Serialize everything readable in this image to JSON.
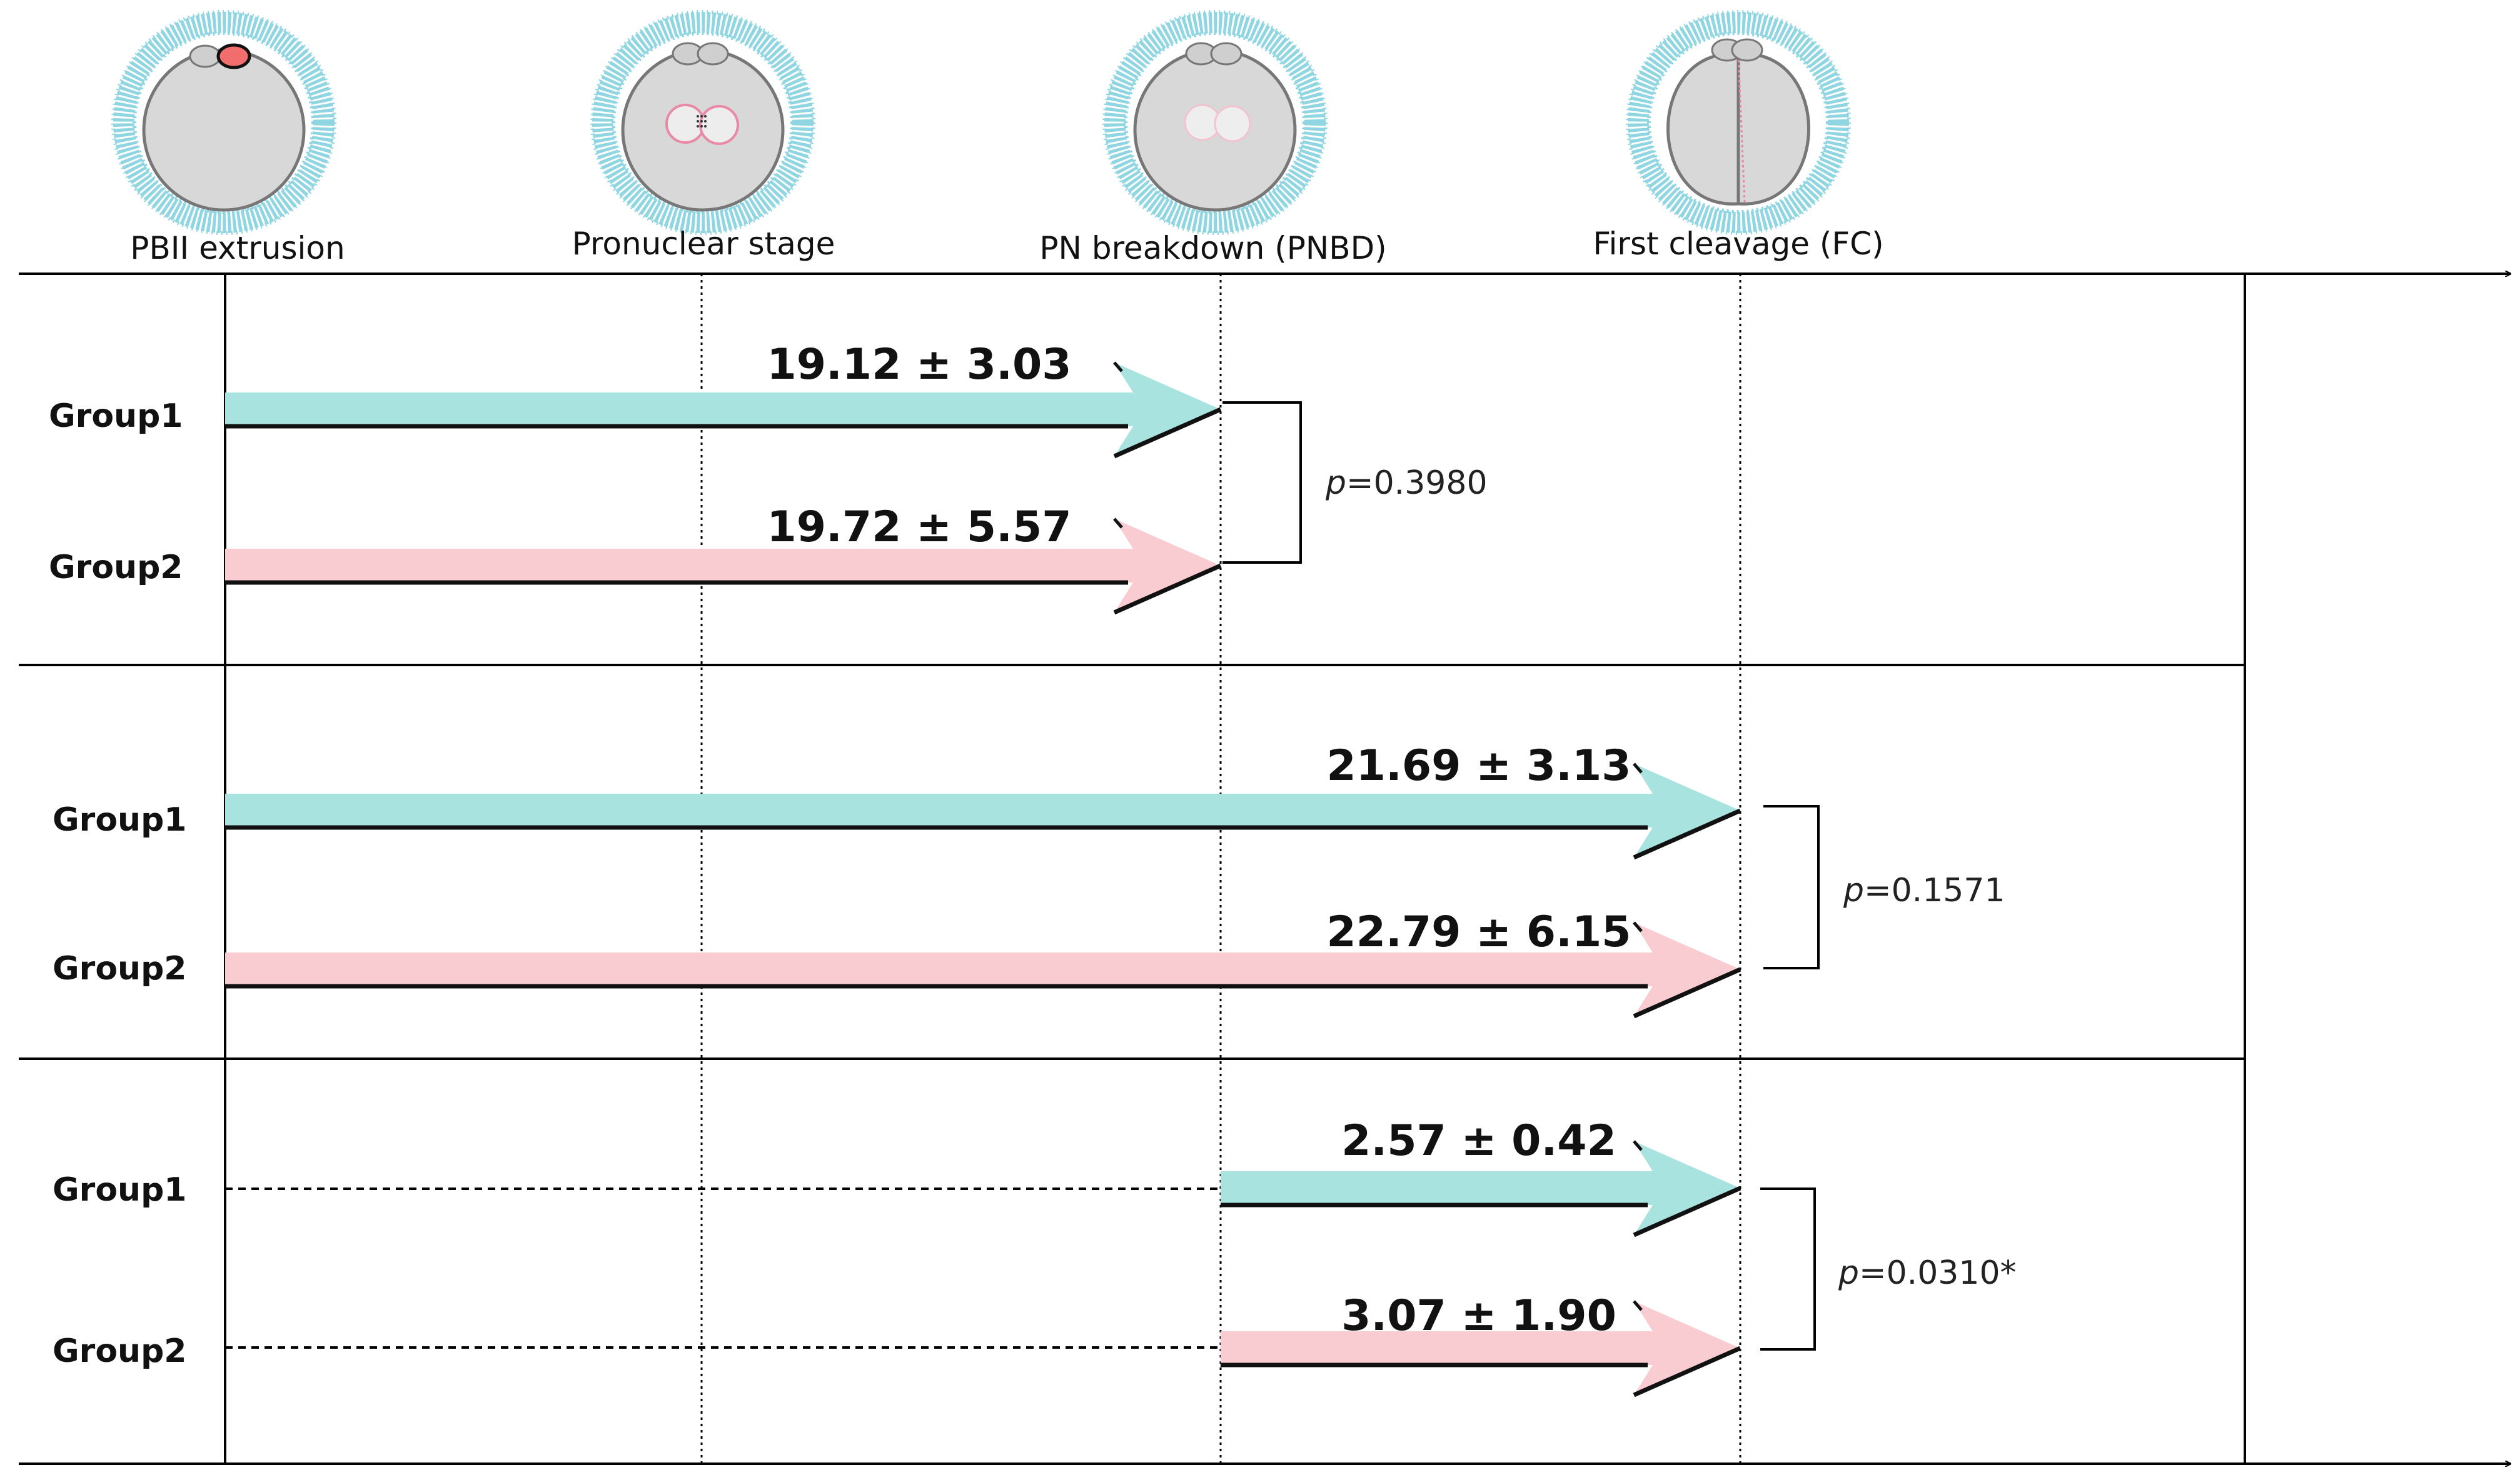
{
  "stages": [
    {
      "label": "PBII extrusion",
      "icon": "zygote-pbii-icon"
    },
    {
      "label": "Pronuclear stage",
      "icon": "zygote-pronuclear-icon"
    },
    {
      "label": "PN breakdown (PNBD)",
      "icon": "zygote-pnbd-icon"
    },
    {
      "label": "First cleavage (FC)",
      "icon": "zygote-cleavage-icon"
    }
  ],
  "colors": {
    "group1": "#a9e3df",
    "group2": "#f8ccd1",
    "zona": "#8fd6e2",
    "cell": "#d8d8d8",
    "polar_body": "#f26d6d",
    "pronucleus": "#e88aa6"
  },
  "panels": [
    {
      "rows": [
        {
          "label": "Group1",
          "value_label": "19.12 ± 3.03",
          "group": "group1"
        },
        {
          "label": "Group2",
          "value_label": "19.72 ± 5.57",
          "group": "group2"
        }
      ],
      "p_prefix": "p",
      "p_value": "=0.3980"
    },
    {
      "rows": [
        {
          "label": "Group1",
          "value_label": "21.69 ± 3.13",
          "group": "group1"
        },
        {
          "label": "Group2",
          "value_label": "22.79 ± 6.15",
          "group": "group2"
        }
      ],
      "p_prefix": "p",
      "p_value": "=0.1571"
    },
    {
      "rows": [
        {
          "label": "Group1",
          "value_label": "2.57 ± 0.42",
          "group": "group1"
        },
        {
          "label": "Group2",
          "value_label": "3.07 ± 1.90",
          "group": "group2"
        }
      ],
      "p_prefix": "p",
      "p_value": "=0.0310*"
    }
  ]
}
